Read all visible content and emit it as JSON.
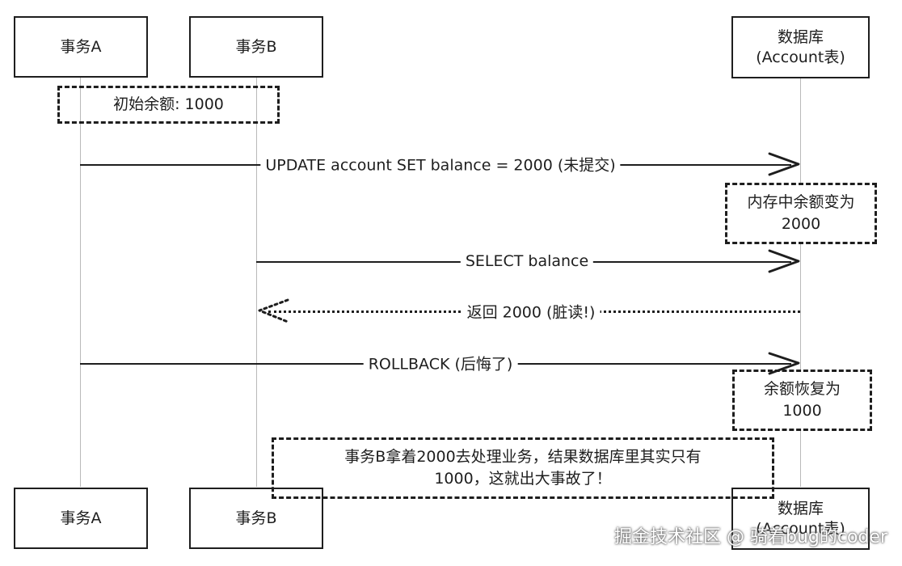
{
  "participants": {
    "tx_a": "事务A",
    "tx_b": "事务B",
    "db_line1": "数据库",
    "db_line2": "(Account表)"
  },
  "notes": {
    "initial_balance": "初始余额: 1000",
    "memory_change_line1": "内存中余额变为",
    "memory_change_line2": "2000",
    "restore_line1": "余额恢复为",
    "restore_line2": "1000",
    "consequence_line1": "事务B拿着2000去处理业务，结果数据库里其实只有",
    "consequence_line2": "1000，这就出大事故了！"
  },
  "messages": {
    "update": "UPDATE account SET balance = 2000 (未提交)",
    "select": "SELECT balance",
    "return": "返回 2000 (脏读!)",
    "rollback": "ROLLBACK (后悔了)"
  },
  "watermark": "掘金技术社区 @ 骑着bug的coder"
}
